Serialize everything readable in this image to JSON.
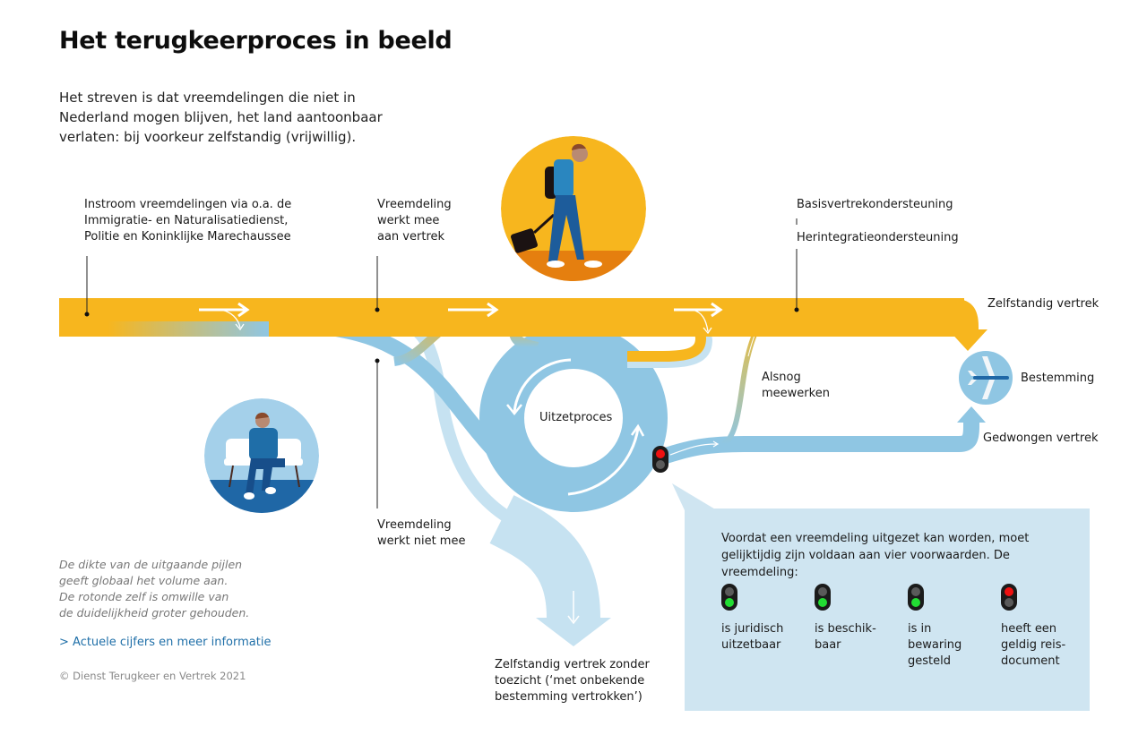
{
  "title": "Het terugkeerproces in beeld",
  "intro": "Het streven is dat vreemdelingen die niet in Nederland mogen blijven, het land aantoonbaar verlaten: bij voorkeur zelfstandig (vrijwillig).",
  "labels": {
    "instroom": [
      "Instroom vreemdelingen via o.a. de",
      "Immigratie- en Naturalisatiedienst,",
      "Politie en Koninklijke Marechaussee"
    ],
    "werkt_mee": [
      "Vreemdeling",
      "werkt mee",
      "aan vertrek"
    ],
    "basis": "Basisvertrekondersteuning",
    "herintegratie": "Herintegratieondersteuning",
    "zelfstandig_vertrek": "Zelfstandig vertrek",
    "bestemming": "Bestemming",
    "gedwongen_vertrek": "Gedwongen vertrek",
    "alsnog": [
      "Alsnog",
      "meewerken"
    ],
    "uitzetproces": "Uitzetproces",
    "werkt_niet_mee": [
      "Vreemdeling",
      "werkt niet mee"
    ],
    "zonder_toezicht": [
      "Zelfstandig vertrek zonder",
      "toezicht (‘met onbekende",
      "bestemming vertrokken’)"
    ]
  },
  "conditions": {
    "intro": "Voordat een vreemdeling uitgezet kan worden, moet gelijktijdig zijn voldaan aan vier voorwaarden. De vreemdeling:",
    "items": [
      {
        "text": [
          "is juridisch",
          "uitzetbaar"
        ],
        "light": "green"
      },
      {
        "text": [
          "is beschik-",
          "baar"
        ],
        "light": "green"
      },
      {
        "text": [
          "is in",
          "bewaring",
          "gesteld"
        ],
        "light": "green"
      },
      {
        "text": [
          "heeft een",
          "geldig reis-",
          "document"
        ],
        "light": "red"
      }
    ]
  },
  "uitzet_light": "red",
  "note": [
    "De dikte van de uitgaande pijlen",
    "geeft globaal het volume aan.",
    "De rotonde zelf is omwille van",
    "de duidelijkheid groter gehouden."
  ],
  "link": "> Actuele cijfers en meer informatie",
  "copyright": "© Dienst Terugkeer en Vertrek 2021",
  "colors": {
    "yellow": "#f7b61e",
    "blue": "#8fc6e3",
    "light_blue": "#c6e2f1",
    "pale_box": "#cfe5f1",
    "orange_floor": "#e57f0f",
    "dark_blue": "#1f67a6",
    "link": "#1f6fa8"
  },
  "icons": [
    "walking-traveler-illustration",
    "seated-person-illustration",
    "airplane-icon",
    "traffic-light-icon",
    "arrow-right-icon"
  ]
}
